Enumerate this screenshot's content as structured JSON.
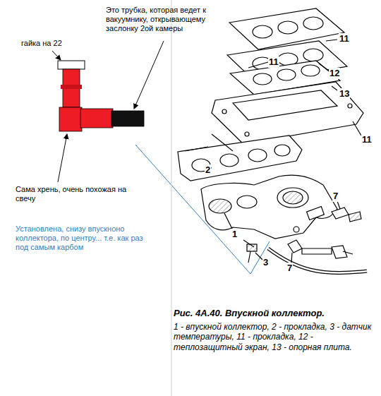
{
  "diagram": {
    "caption": "Рис. 4А.40. Впускной коллектор.",
    "labels": [
      "Это трубка, которая ведет к вакуумнику, открывающему заслонку 2ой камеры",
      "гайка на 22",
      "Сама хрень, очень похожая на свечу",
      "Установлена, снизу впускноно коллектора, по центру... т.е. как раз под самым карбом",
      "11",
      "11",
      "12",
      "13",
      "11",
      "2",
      "1",
      "7",
      "7",
      "3",
      "1 - впускной коллектор, 2 - прокладка, 3 - датчик температуры, 11 - прокладка, 12 - теплозащитный экран, 13 - опорная плита."
    ]
  }
}
